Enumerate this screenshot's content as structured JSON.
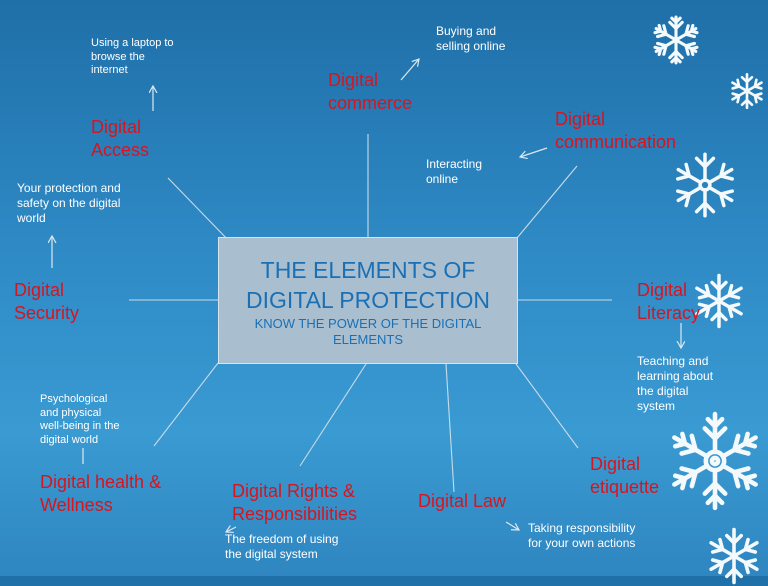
{
  "diagram": {
    "title": "THE ELEMENTS OF DIGITAL PROTECTION",
    "subtitle": "KNOW THE POWER OF THE DIGITAL ELEMENTS",
    "elements": {
      "access": {
        "label": "Digital Access",
        "description": "Using a laptop to browse the internet"
      },
      "commerce": {
        "label": "Digital commerce",
        "description": "Buying and selling online"
      },
      "communication": {
        "label": "Digital communication",
        "description": "Interacting online"
      },
      "security": {
        "label": "Digital Security",
        "description": "Your protection and safety on the digital world"
      },
      "literacy": {
        "label": "Digital Literacy",
        "description": "Teaching and learning about the digital system"
      },
      "health": {
        "label": "Digital health & Wellness",
        "description": "Psychological and physical well-being in the digital world"
      },
      "rights": {
        "label": "Digital Rights & Responsibilities",
        "description": "The freedom of using the digital system"
      },
      "law": {
        "label": "Digital Law",
        "description": "Taking responsibility for your own actions"
      },
      "etiquette": {
        "label": "Digital etiquette",
        "description": ""
      }
    }
  },
  "colors": {
    "background": "#2f8bc6",
    "element_label": "#d8141e",
    "title": "#1a6fb5",
    "center_box": "#a9bfcf",
    "description": "#ffffff"
  },
  "icons": [
    "snowflake-icon"
  ]
}
